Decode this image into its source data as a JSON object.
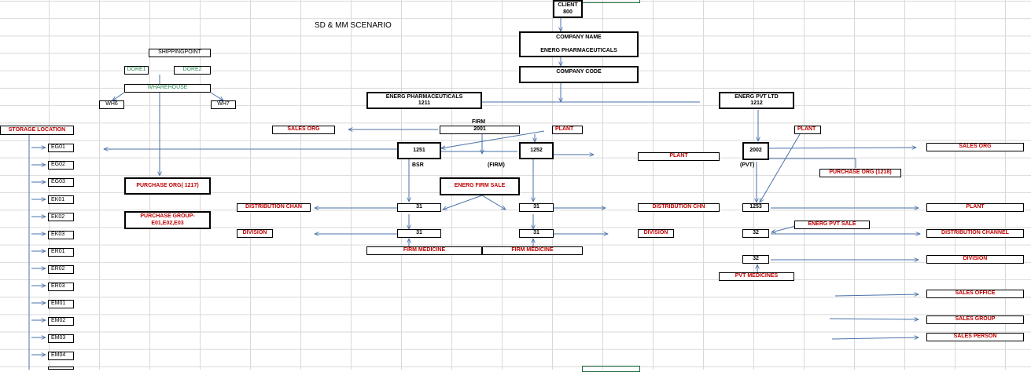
{
  "title": "SD & MM SCENARIO",
  "client": {
    "label": "CLIENT",
    "value": "800"
  },
  "company_name": {
    "label": "COMPANY NAME",
    "value": "ENERG PHARMACEUTICALS"
  },
  "company_code": "COMPANY CODE",
  "cc_pharma": {
    "name": "ENERG PHARMACEUTICALS",
    "code": "1211"
  },
  "cc_pvt": {
    "name": "ENERG PVT LTD",
    "code": "1212"
  },
  "firm": {
    "label": "FIRM",
    "code": "2001"
  },
  "sales_org": "SALES ORG",
  "plant": "PLANT",
  "plant_1251": "1251",
  "plant_1252": "1252",
  "plant_2002": "2002",
  "plant_1253": "1253",
  "bsr": "BSR",
  "firm_paren": "(FIRM)",
  "pvt_paren": "(PVT)",
  "energ_firm_sale": "ENERG FIRM SALE",
  "energ_pvt_sale": "ENERG PVT SALE",
  "purchase_org_1218": "PURCHASE ORG (1218)",
  "distribution_chan": "DISTRIBUTION CHAN",
  "distribution_chn": "DISTRIBUTION  CHN",
  "distribution_channel": "DISTRIBUTION CHANNEL",
  "division": "DIVISION",
  "code_31": "31",
  "code_32": "32",
  "firm_medicine": "FIRM MEDICINE",
  "pvt_medicines": "PVT MEDICINES",
  "sales_office": "SALES OFFICE",
  "sales_group": "SALES GROUP",
  "sales_person": "SALES PERSON",
  "shipping_point": "SHIPPINGPOINT",
  "dore1": "DORE1",
  "dore2": "DORE2",
  "warehouse": "WHAREHOUSE",
  "wh6": "WH6",
  "wh7": "WH7",
  "storage_location": "STORAGE LOCATION",
  "purchase_org_1217": "PURCHASE ORG( 1217)",
  "purchase_group": {
    "line1": "PURCHASE GROUP-",
    "line2": "E01,E02,E03"
  },
  "storage_locations": [
    "EG01",
    "EG02",
    "EG03",
    "EK01",
    "EK02",
    "EK03",
    "ER01",
    "ER02",
    "ER03",
    "EM01",
    "EM02",
    "EM03",
    "EM04"
  ],
  "colors": {
    "accent_red": "#c00000",
    "arrow_blue": "#4a72a8",
    "text_green": "#2e8b57",
    "grid": "#d9d9d9"
  }
}
